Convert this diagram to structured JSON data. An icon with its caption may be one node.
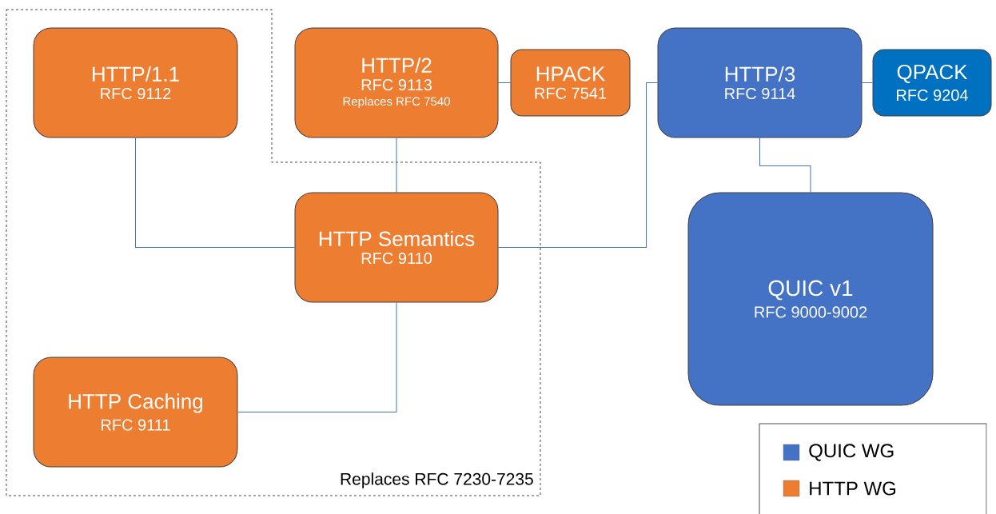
{
  "diagram": {
    "nodes": [
      {
        "text": [
          "Replaces RFC 7230-7235"
        ]
      },
      {
        "text": [
          "HTTP/1.1",
          "RFC 9112"
        ],
        "in": 0
      },
      {
        "text": [
          "HTTP/2",
          "RFC 9113",
          "Replaces RFC 7540"
        ]
      },
      {
        "text": [
          "HPACK",
          "RFC 7541"
        ]
      },
      {
        "text": [
          "HTTP/3",
          "RFC 9114"
        ]
      },
      {
        "text": [
          "QPACK",
          "RFC 9204"
        ]
      },
      {
        "text": [
          "HTTP Semantics",
          "RFC 9110"
        ],
        "in": 0
      },
      {
        "text": [
          "QUIC v1",
          "RFC 9000-9002"
        ]
      },
      {
        "text": [
          "HTTP Caching",
          "RFC 9111"
        ],
        "in": 0
      }
    ],
    "edges": [
      {
        "from": 2,
        "to": 3,
        "arrow": "none"
      },
      {
        "from": 4,
        "to": 5,
        "arrow": "none"
      },
      {
        "from": 1,
        "to": 6,
        "arrow": "none"
      },
      {
        "from": 2,
        "to": 6,
        "arrow": "none"
      },
      {
        "from": 6,
        "to": 4,
        "arrow": "none"
      },
      {
        "from": 8,
        "to": 6,
        "arrow": "none"
      },
      {
        "from": 4,
        "to": 7,
        "arrow": "none"
      }
    ],
    "legend": [
      {
        "text": "QUIC WG",
        "color": "#4472c4"
      },
      {
        "text": "HTTP WG",
        "color": "#ed7d31"
      }
    ]
  }
}
